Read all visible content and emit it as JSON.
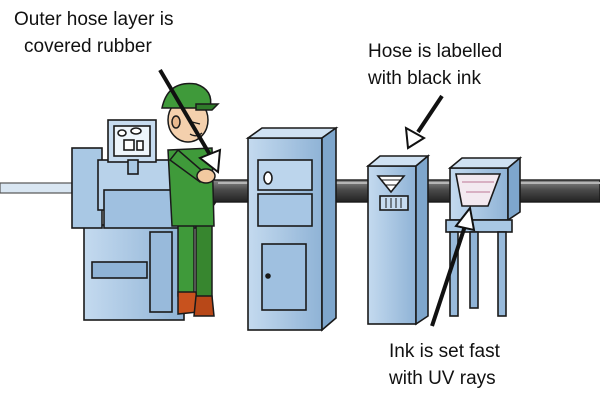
{
  "labels": {
    "outer_hose": {
      "line1": "Outer hose layer is",
      "line2": "covered rubber"
    },
    "black_ink": {
      "line1": "Hose is labelled",
      "line2": "with black ink"
    },
    "uv_rays": {
      "line1": "Ink is set fast",
      "line2": "with UV rays"
    }
  },
  "colors": {
    "machine_blue": "#a9c8e4",
    "machine_dark": "#6f9ac2",
    "hose": "#4a4a4a",
    "worker_green": "#3f9a3a",
    "outline": "#1a1a1a"
  },
  "icons": [
    "worker-figure",
    "extruder-machine",
    "control-cabinet",
    "labeller-machine",
    "uv-curing-machine",
    "black-hose"
  ]
}
